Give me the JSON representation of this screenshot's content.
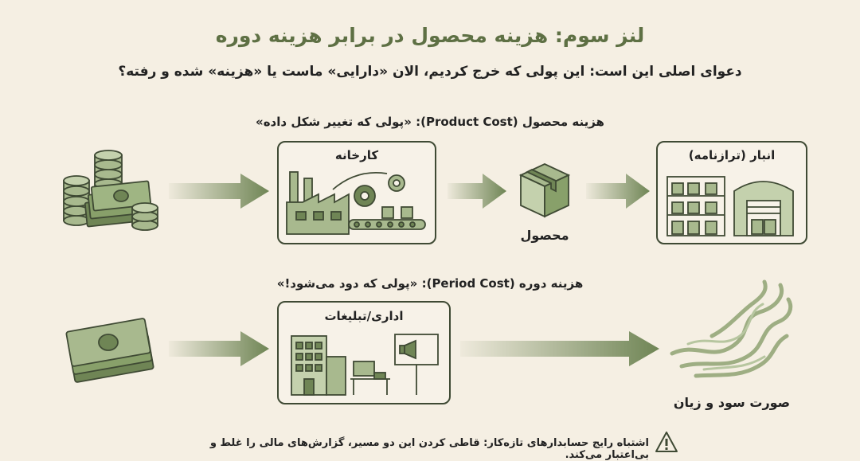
{
  "title": "لنز سوم: هزینه محصول در برابر هزینه دوره",
  "subtitle": "دعوای اصلی این است: این پولی که خرج کردیم، الان «دارایی» ماست یا «هزینه» شده و رفته؟",
  "product_flow": {
    "label": "هزینه محصول (Product Cost): «پولی که تغییر شکل داده»",
    "factory_label": "کارخانه",
    "product_label": "محصول",
    "warehouse_label": "انبار (ترازنامه)"
  },
  "period_flow": {
    "label": "هزینه دوره (Period Cost): «پولی که دود می‌شود!»",
    "office_label": "اداری/تبلیغات",
    "income_label": "صورت سود و زیان"
  },
  "footer": {
    "warning": "اشتباه رایج حسابدارهای تازه‌کار: قاطی کردن این دو مسیر، گزارش‌های مالی را غلط و بی‌اعتبار می‌کند."
  },
  "colors": {
    "accent": "#5e7044",
    "fill": "#6f8555",
    "light": "#a8b98e",
    "border": "#3f4a34"
  }
}
